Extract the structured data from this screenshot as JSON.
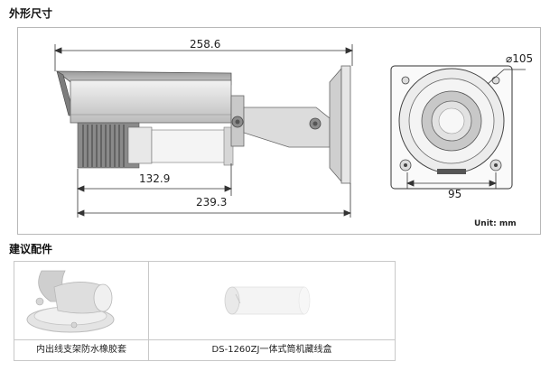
{
  "section_dimensions": {
    "title": "外形尺寸",
    "overall_length": "258.6",
    "lens_length": "132.9",
    "total_length": "239.3",
    "front_diameter": "⌀105",
    "front_height": "95",
    "unit": "Unit: mm"
  },
  "section_accessories": {
    "title": "建议配件",
    "items": [
      {
        "caption": "内出线支架防水橡胶套"
      },
      {
        "caption": "DS-1260ZJ一体式筒机藏线盒"
      }
    ]
  }
}
